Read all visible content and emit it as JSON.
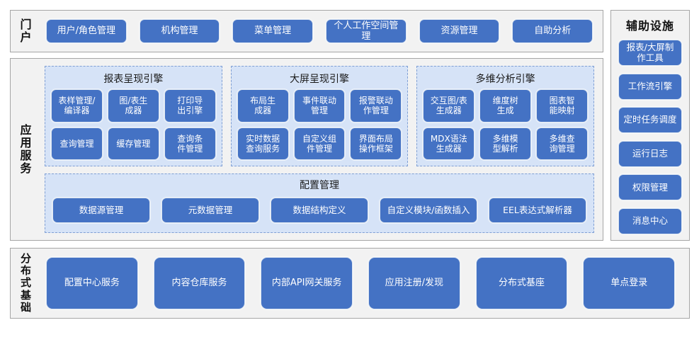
{
  "portal": {
    "label": "门\n户",
    "items": [
      {
        "label": "用户/角色管理"
      },
      {
        "label": "机构管理"
      },
      {
        "label": "菜单管理"
      },
      {
        "label": "个人工作空间管理"
      },
      {
        "label": "资源管理"
      },
      {
        "label": "自助分析"
      }
    ]
  },
  "aux": {
    "title": "辅助设施",
    "items": [
      {
        "label": "报表/大屏制\n作工具"
      },
      {
        "label": "工作流引擎"
      },
      {
        "label": "定时任务调度"
      },
      {
        "label": "运行日志"
      },
      {
        "label": "权限管理"
      },
      {
        "label": "消息中心"
      }
    ]
  },
  "app_services": {
    "label": "应\n用\n服\n务",
    "engines": [
      {
        "title": "报表呈现引擎",
        "items": [
          {
            "label": "表样管理/\n编译器"
          },
          {
            "label": "图/表生\n成器"
          },
          {
            "label": "打印导\n出引擎"
          },
          {
            "label": "查询管理"
          },
          {
            "label": "缓存管理"
          },
          {
            "label": "查询条\n件管理"
          }
        ]
      },
      {
        "title": "大屏呈现引擎",
        "items": [
          {
            "label": "布局生\n成器"
          },
          {
            "label": "事件联动\n管理"
          },
          {
            "label": "报警联动\n作管理"
          },
          {
            "label": "实时数据\n查询服务"
          },
          {
            "label": "自定义组\n件管理"
          },
          {
            "label": "界面布局\n操作框架"
          }
        ]
      },
      {
        "title": "多维分析引擎",
        "items": [
          {
            "label": "交互图/表\n生成器"
          },
          {
            "label": "维度树\n生成"
          },
          {
            "label": "图表智\n能映射"
          },
          {
            "label": "MDX语法\n生成器"
          },
          {
            "label": "多维模\n型解析"
          },
          {
            "label": "多维查\n询管理"
          }
        ]
      }
    ],
    "config": {
      "title": "配置管理",
      "items": [
        {
          "label": "数据源管理"
        },
        {
          "label": "元数据管理"
        },
        {
          "label": "数据结构定义"
        },
        {
          "label": "自定义模块/函数插入"
        },
        {
          "label": "EEL表达式解析器"
        }
      ]
    }
  },
  "distributed_base": {
    "label": "分\n布\n式\n基\n础",
    "items": [
      {
        "label": "配置中心服务"
      },
      {
        "label": "内容仓库服务"
      },
      {
        "label": "内部API网关服务"
      },
      {
        "label": "应用注册/发现"
      },
      {
        "label": "分布式基座"
      },
      {
        "label": "单点登录"
      }
    ]
  },
  "colors": {
    "button_fill": "#4472c4",
    "panel_fill": "#d6e3f7",
    "section_fill": "#f2f2f2",
    "section_border": "#a6a6a6",
    "panel_border": "#7f9fd4",
    "button_text": "#ffffff"
  }
}
